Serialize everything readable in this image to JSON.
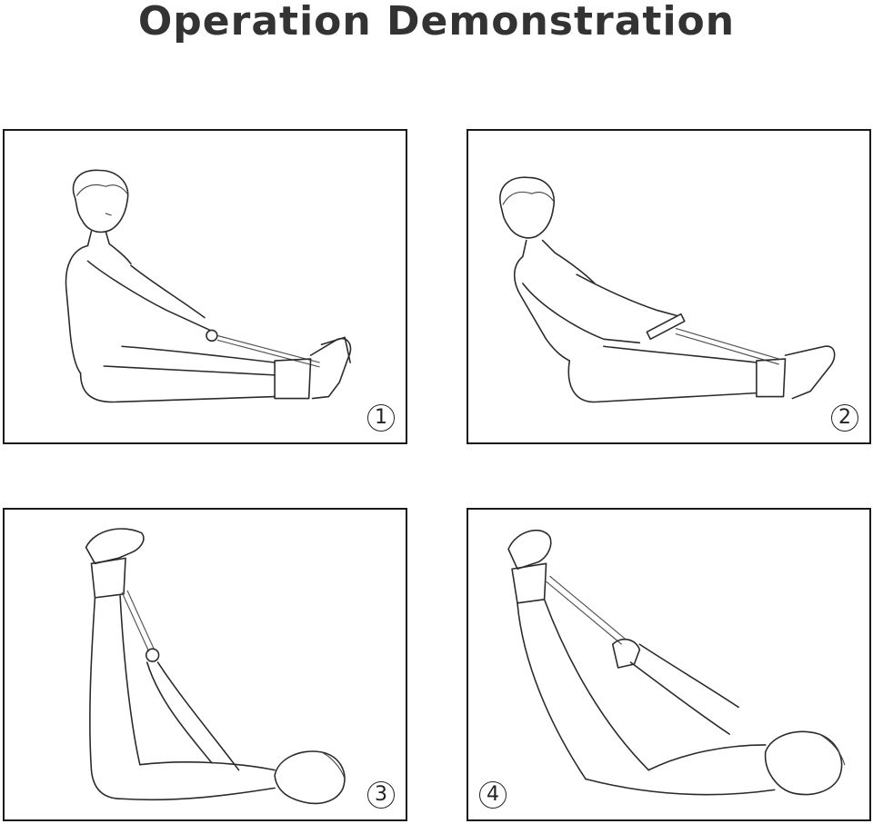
{
  "title": "Operation Demonstration",
  "panels": [
    {
      "number": "1",
      "illustration": "person-sitting-pulling-exerciser-icon"
    },
    {
      "number": "2",
      "illustration": "person-leaning-back-pulling-exerciser-icon"
    },
    {
      "number": "3",
      "illustration": "person-lying-legs-raised-icon"
    },
    {
      "number": "4",
      "illustration": "person-lying-legs-raised-pulling-icon"
    }
  ]
}
